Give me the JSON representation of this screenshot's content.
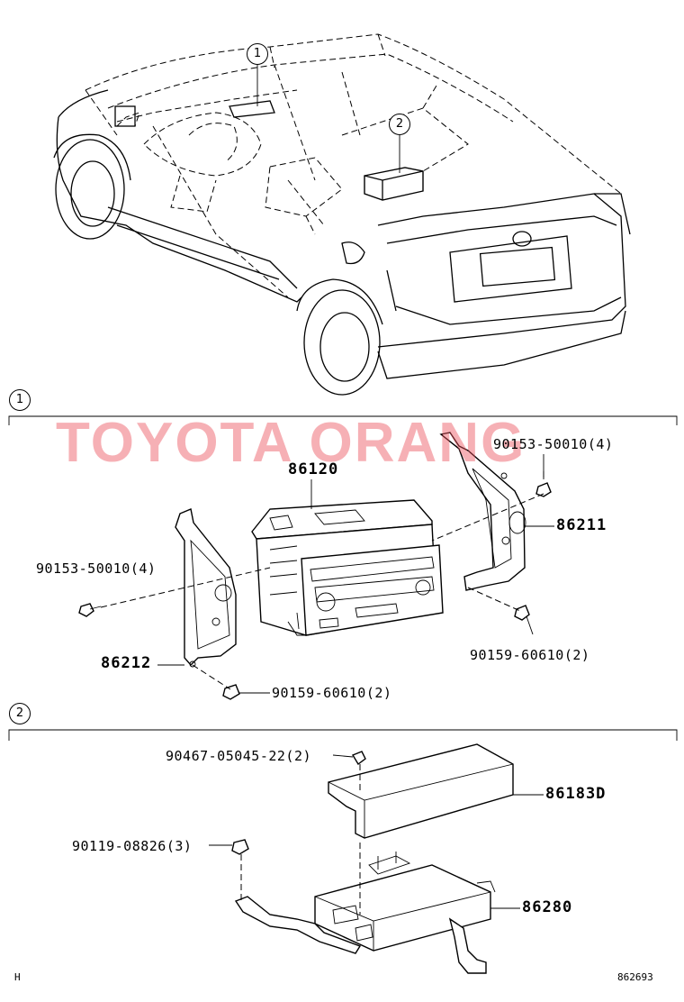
{
  "callouts": {
    "c1": "1",
    "c2": "2",
    "sec1": "1",
    "sec2": "2"
  },
  "watermark": {
    "text": "TOYOTA ORANG"
  },
  "section1": {
    "part_audio_unit": "86120",
    "part_bracket_left": "86212",
    "part_bracket_right": "86211",
    "screw_left": "90153-50010(4)",
    "screw_right": "90153-50010(4)",
    "bolt_right": "90159-60610(2)",
    "bolt_bottom": "90159-60610(2)"
  },
  "section2": {
    "part_cover": "86183D",
    "part_amplifier": "86280",
    "clip": "90467-05045-22(2)",
    "bolt": "90119-08826(3)"
  },
  "footer": {
    "left_code": "H",
    "right_code": "862693"
  }
}
